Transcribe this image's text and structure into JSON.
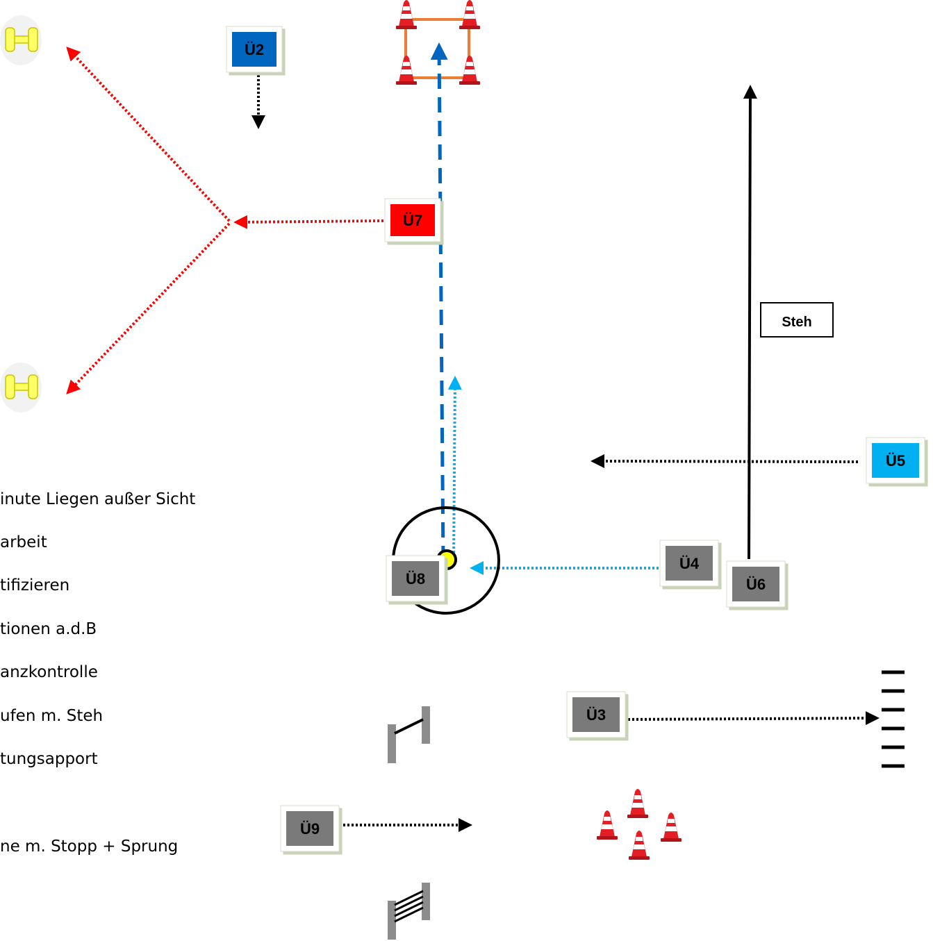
{
  "colors": {
    "red": "#ff0000",
    "blue": "#0066c0",
    "lightblue": "#00b0f0",
    "gray": "#7a7a7a",
    "orange": "#ed7d31",
    "yellow": "#ffff00",
    "black": "#000000"
  },
  "stations": [
    {
      "id": "u2",
      "label": "Ü2",
      "color": "#0066c0"
    },
    {
      "id": "u7",
      "label": "Ü7",
      "color": "#ff0000"
    },
    {
      "id": "u5",
      "label": "Ü5",
      "color": "#00b0f0"
    },
    {
      "id": "u4",
      "label": "Ü4",
      "color": "#7a7a7a"
    },
    {
      "id": "u6",
      "label": "Ü6",
      "color": "#7a7a7a"
    },
    {
      "id": "u8",
      "label": "Ü8",
      "color": "#7a7a7a"
    },
    {
      "id": "u3",
      "label": "Ü3",
      "color": "#7a7a7a"
    },
    {
      "id": "u9",
      "label": "Ü9",
      "color": "#7a7a7a"
    }
  ],
  "steh_label": "Steh",
  "legend_items": [
    "inute Liegen außer Sicht",
    "arbeit",
    "tifizieren",
    "tionen a.d.B",
    "anzkontrolle",
    "ufen m. Steh",
    "tungsapport",
    "ne m. Stopp + Sprung"
  ],
  "icons": {
    "dumbbell": "dumbbell-icon",
    "cone": "traffic-cone-icon",
    "hurdle": "hurdle-icon",
    "ladder": "ladder-icon",
    "wall": "wall-jump-icon"
  }
}
